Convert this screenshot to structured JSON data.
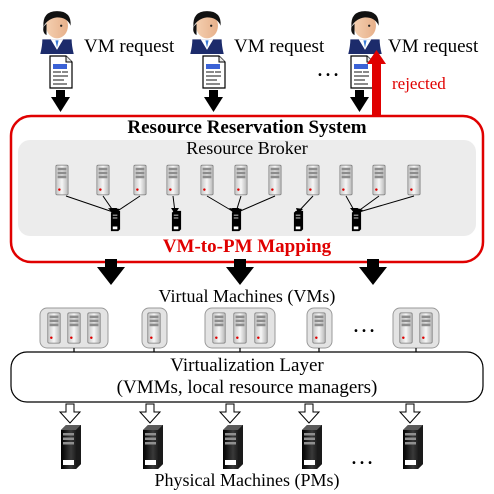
{
  "users": [
    {
      "request_label": "VM request"
    },
    {
      "request_label": "VM request"
    },
    {
      "request_label": "VM request",
      "status": "rejected"
    }
  ],
  "users_gap": "…",
  "reservation_system": {
    "title": "Resource Reservation System",
    "broker_label": "Resource Broker",
    "mapping_label": "VM-to-PM Mapping",
    "border_color": "#e00000"
  },
  "virtual_machines": {
    "label": "Virtual Machines (VMs)",
    "gap": "…"
  },
  "virtualization_layer": {
    "line1": "Virtualization Layer",
    "line2": "(VMMs, local resource managers)"
  },
  "physical_machines": {
    "label": "Physical Machines (PMs)",
    "gap": "…"
  },
  "colors": {
    "reject": "#e00000",
    "panel": "#ececec"
  }
}
